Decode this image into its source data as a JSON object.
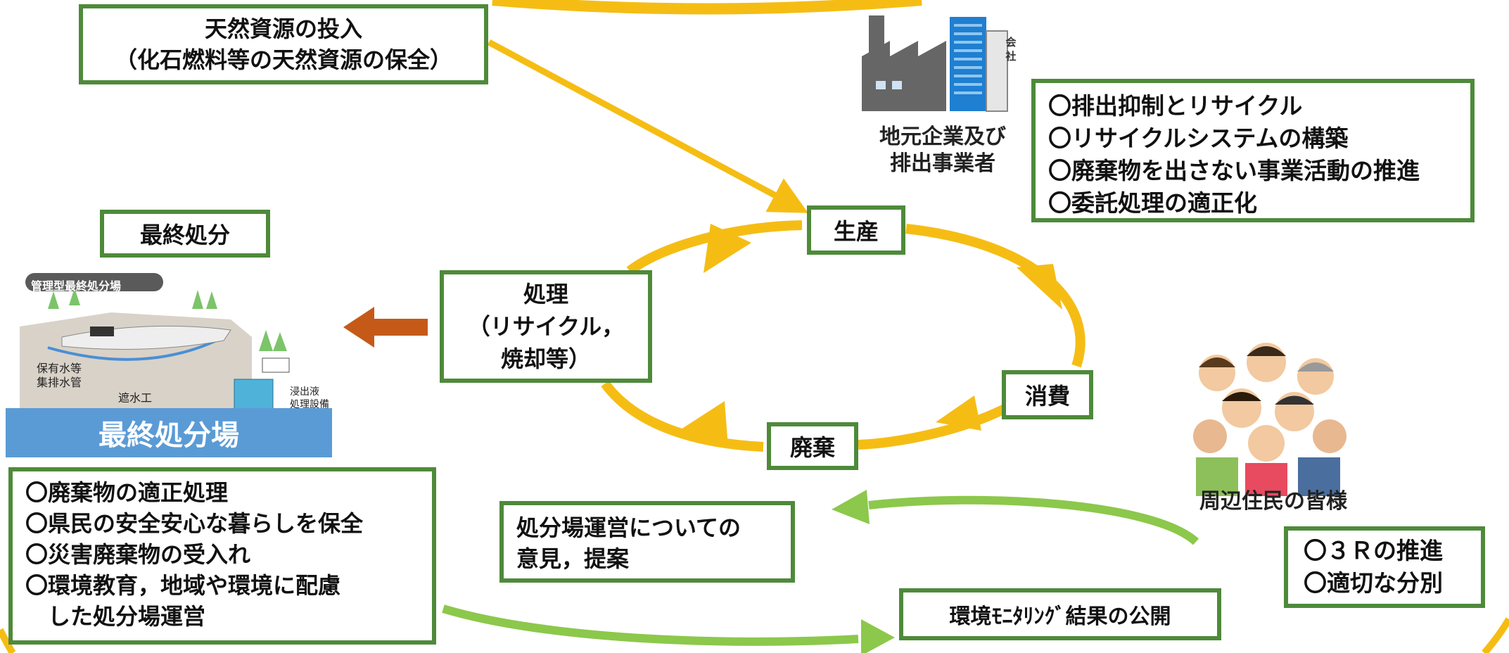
{
  "natural_resources": {
    "lines": [
      "天然資源の投入",
      "（化石燃料等の天然資源の保全）"
    ]
  },
  "company": {
    "caption_lines": [
      "地元企業及び",
      "排出事業者"
    ],
    "sign": "会社",
    "actions": [
      "〇排出抑制とリサイクル",
      "〇リサイクルシステムの構築",
      "〇廃棄物を出さない事業活動の推進",
      "〇委託処理の適正化"
    ]
  },
  "cycle": {
    "production": "生産",
    "consumption": "消費",
    "disposal": "廃棄",
    "treatment_lines": [
      "処理",
      "（リサイクル，",
      "焼却等）"
    ]
  },
  "final_disposal": {
    "label": "最終処分",
    "illustration_title": "管理型最終処分場",
    "illustration_labels": [
      "保有水等",
      "集排水管",
      "遮水工",
      "浸出液",
      "処理設備"
    ],
    "banner": "最終処分場",
    "actions": [
      "〇廃棄物の適正処理",
      "〇県民の安全安心な暮らしを保全",
      "〇災害廃棄物の受入れ",
      "〇環境教育，地域や環境に配慮",
      "　した処分場運営"
    ]
  },
  "residents": {
    "caption": "周辺住民の皆様",
    "actions": [
      "〇３Ｒの推進",
      "〇適切な分別"
    ]
  },
  "feedback": {
    "opinions_lines": [
      "処分場運営についての",
      "意見，提案"
    ],
    "monitoring": "環境ﾓﾆﾀﾘﾝｸﾞ結果の公開"
  },
  "colors": {
    "box_border": "#4e8a3a",
    "cycle_arrow": "#f5bd14",
    "feedback_arrow": "#8cc84b",
    "disposal_arrow": "#c55a18",
    "banner": "#5b9bd5"
  }
}
